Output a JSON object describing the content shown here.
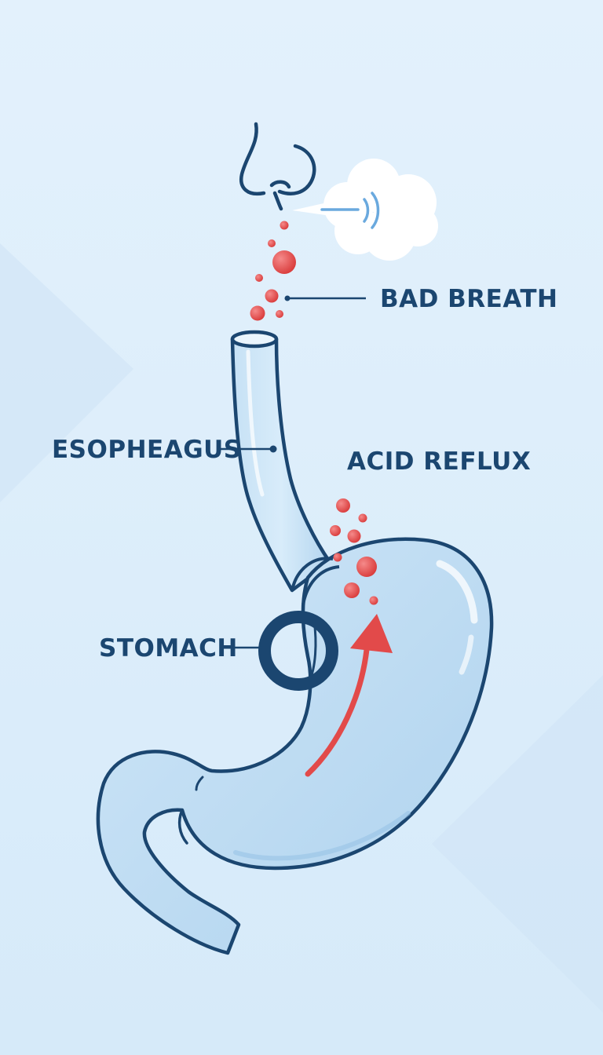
{
  "labels": {
    "bad_breath": "BAD BREATH",
    "esophagus": "ESOPHEAGUS",
    "acid_reflux": "ACID REFLUX",
    "stomach": "STOMACH"
  },
  "icons": {
    "nose": "nose-icon",
    "breath_cloud": "breath-cloud-icon",
    "acid_bubbles": "acid-bubble-icon",
    "reflux_arrow": "reflux-arrow-icon",
    "sphincter": "sphincter-ring-icon"
  },
  "colors": {
    "background": "#ddeefa",
    "outline": "#1b4670",
    "organ_fill": "#bcdcf2",
    "acid_red": "#e24a4a",
    "label_text": "#1b4670",
    "cloud": "#ffffff"
  }
}
